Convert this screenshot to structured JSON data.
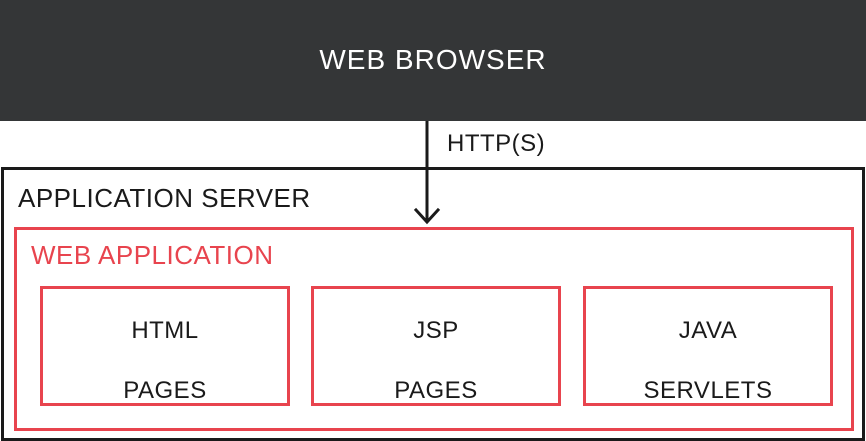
{
  "browser": {
    "title": "WEB BROWSER",
    "background_color": "#343637"
  },
  "connection": {
    "protocol": "HTTP(S)"
  },
  "app_server": {
    "title": "APPLICATION SERVER",
    "border_color": "#1a1a1a"
  },
  "web_app": {
    "title": "WEB APPLICATION",
    "accent_color": "#e8444e",
    "components": [
      {
        "line1": "HTML",
        "line2": "PAGES"
      },
      {
        "line1": "JSP",
        "line2": "PAGES"
      },
      {
        "line1": "JAVA",
        "line2": "SERVLETS"
      }
    ]
  }
}
